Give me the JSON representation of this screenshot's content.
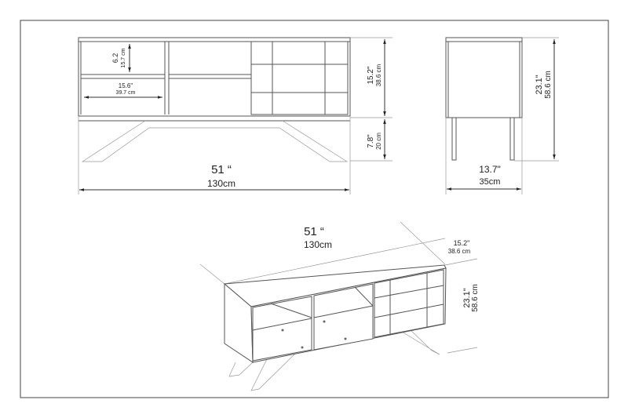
{
  "front_view": {
    "width_in": "51 “",
    "width_cm": "130cm",
    "body_height_in": "15.2\"",
    "body_height_cm": "38.6 cm",
    "leg_height_in": "7.8\"",
    "leg_height_cm": "20 cm",
    "compartment_height_in": "6.2",
    "compartment_height_cm": "15.7 cm",
    "compartment_width_in": "15.6\"",
    "compartment_width_cm": "39.7 cm"
  },
  "side_view": {
    "height_in": "23.1\"",
    "height_cm": "58.6 cm",
    "depth_in": "13.7\"",
    "depth_cm": "35cm"
  },
  "iso_view": {
    "width_in": "51 “",
    "width_cm": "130cm",
    "depth_in": "15.2\"",
    "depth_cm": "38.6 cm",
    "height_in": "23.1\"",
    "height_cm": "58.6 cm"
  },
  "colors": {
    "line": "#555555",
    "background": "#ffffff"
  }
}
